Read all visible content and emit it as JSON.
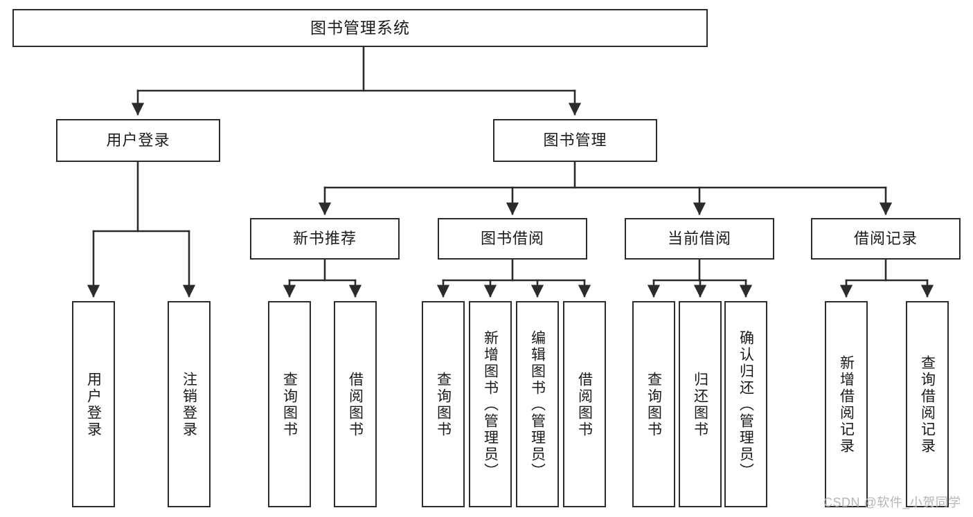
{
  "diagram": {
    "title": "图书管理系统",
    "type": "tree-hierarchy",
    "style": {
      "background": "#ffffff",
      "box_border": "#2b2b2b",
      "box_fill": "#ffffff",
      "edge_color": "#2b2b2b",
      "text_color": "#1a1a1a",
      "watermark_color": "#b6b6b6"
    },
    "nodes": {
      "root": "图书管理系统",
      "level1": [
        "用户登录",
        "图书管理"
      ],
      "level2": [
        "新书推荐",
        "图书借阅",
        "当前借阅",
        "借阅记录"
      ],
      "leaves": {
        "user_login": [
          "用户登录",
          "注销登录"
        ],
        "new_book_recommend": [
          "查询图书",
          "借阅图书"
        ],
        "book_borrow": [
          "查询图书",
          "新增图书（管理员）",
          "编辑图书（管理员）",
          "借阅图书"
        ],
        "current_borrow": [
          "查询图书",
          "归还图书",
          "确认归还（管理员）"
        ],
        "borrow_record": [
          "新增借阅记录",
          "查询借阅记录"
        ]
      }
    },
    "watermark": "CSDN @软件_小贺同学"
  }
}
